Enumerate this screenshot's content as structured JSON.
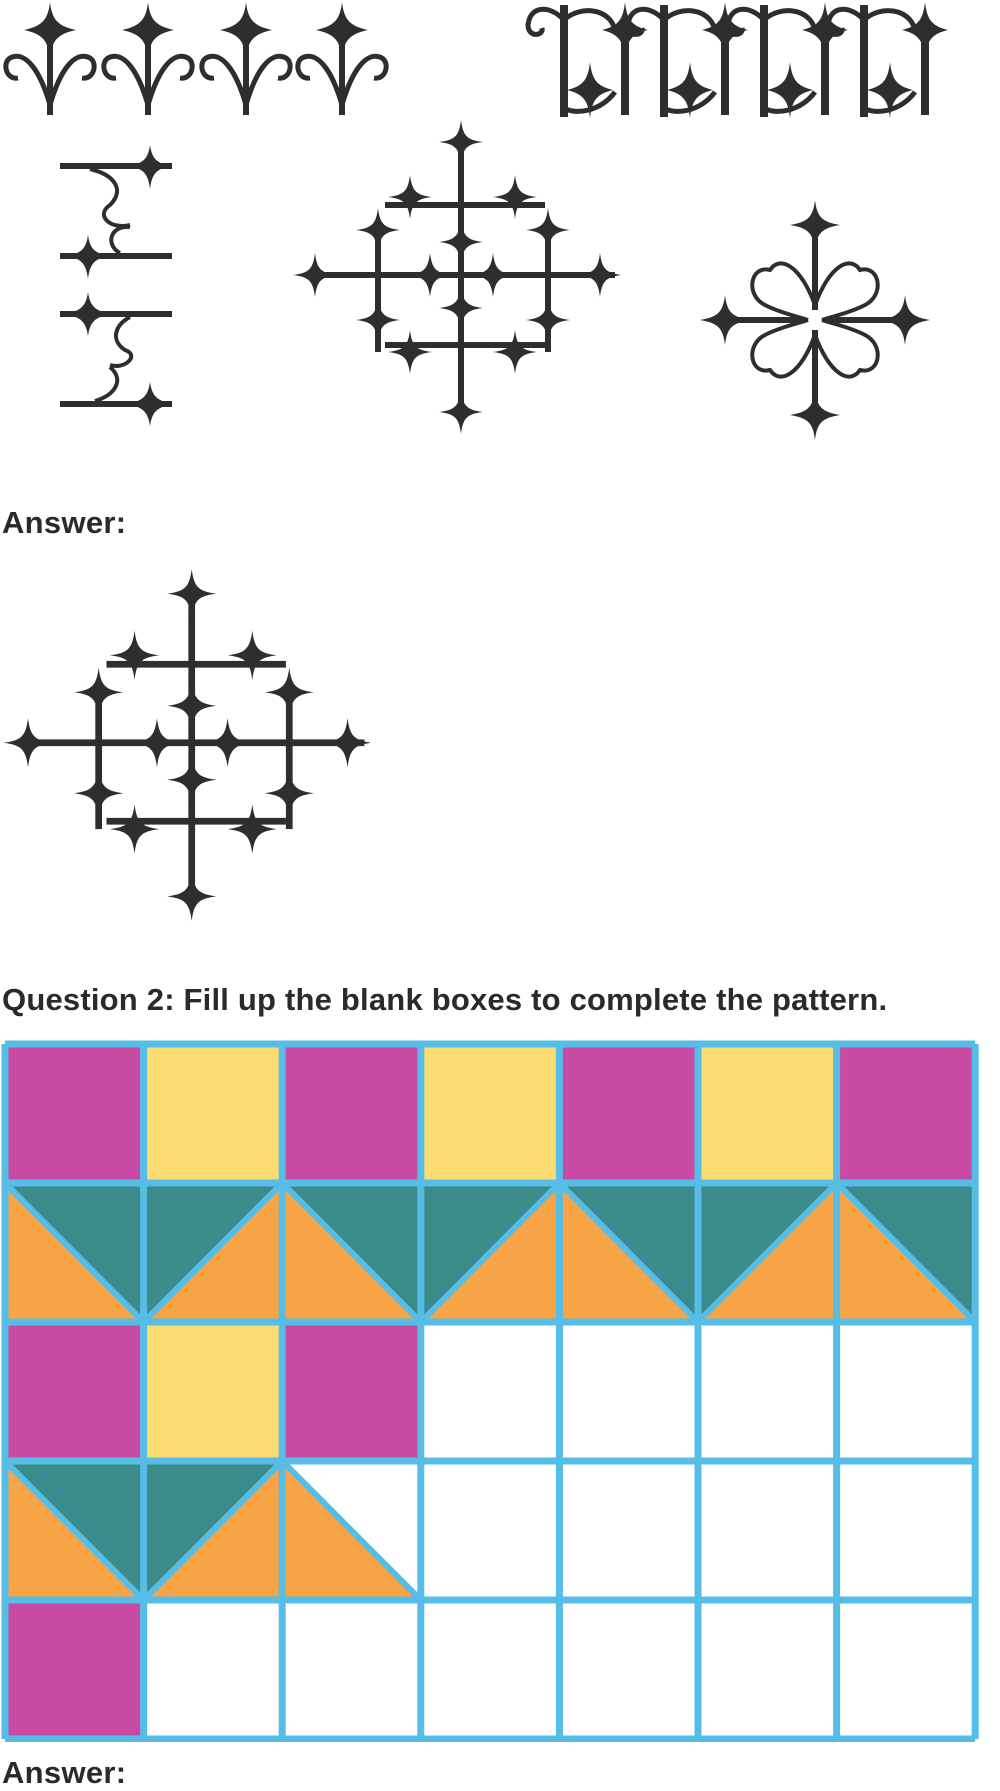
{
  "patterns": {
    "items": [
      {
        "name": "border-pattern-1",
        "description": "horizontal border of four spikes with curled scrolls"
      },
      {
        "name": "border-pattern-2",
        "description": "horizontal border with interlocking scrolls and stars"
      },
      {
        "name": "vertical-pattern",
        "description": "vertical pattern with four spikes and double scrolls"
      },
      {
        "name": "diamond-grid-pattern",
        "description": "diamond lattice with sixteen star spikes"
      },
      {
        "name": "heart-scroll-pattern",
        "description": "four heart scrolls with four star spikes"
      }
    ]
  },
  "answer1": {
    "label": "Answer:",
    "selected_pattern": "diamond-grid-pattern"
  },
  "question2": {
    "text": "Question 2: Fill up the blank boxes to complete the pattern."
  },
  "answer2": {
    "label": "Answer:"
  },
  "colors": {
    "ink": "#2e2e2e",
    "grid_line": "#55bde6",
    "magenta": "#c94aa2",
    "yellow": "#fcdc72",
    "teal": "#3d8a8a",
    "orange": "#f6a445",
    "blank": "#ffffff"
  },
  "grid": {
    "columns": 7,
    "rows": 5,
    "cells": [
      [
        "magenta",
        "yellow",
        "magenta",
        "yellow",
        "magenta",
        "yellow",
        "magenta"
      ],
      [
        "tri-down-left",
        "tri-down-right",
        "tri-down-left",
        "tri-down-right",
        "tri-down-left",
        "tri-down-right",
        "tri-down-left"
      ],
      [
        "magenta",
        "yellow",
        "magenta",
        "blank",
        "blank",
        "blank",
        "blank"
      ],
      [
        "tri-down-left",
        "tri-down-right",
        "tri-orange-only-left",
        "blank",
        "blank",
        "blank",
        "blank"
      ],
      [
        "magenta",
        "blank",
        "blank",
        "blank",
        "blank",
        "blank",
        "blank"
      ]
    ]
  }
}
